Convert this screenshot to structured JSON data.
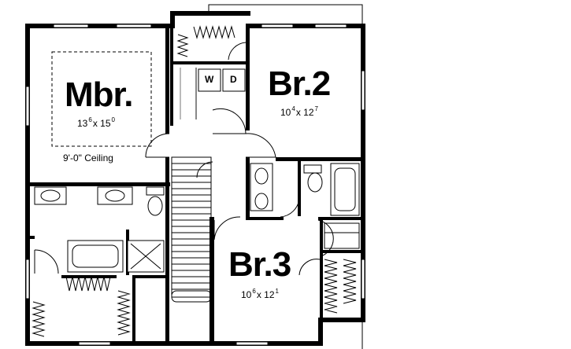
{
  "rooms": {
    "master": {
      "name": "Mbr.",
      "width_ft": "13",
      "width_in": "6",
      "length_ft": "15",
      "length_in": "0",
      "ceiling": "9'-0\" Ceiling"
    },
    "br2": {
      "name": "Br.2",
      "width_ft": "10",
      "width_in": "4",
      "length_ft": "12",
      "length_in": "7"
    },
    "br3": {
      "name": "Br.3",
      "width_ft": "10",
      "width_in": "6",
      "length_ft": "12",
      "length_in": "1"
    }
  },
  "laundry": {
    "washer": "W",
    "dryer": "D"
  },
  "dimension_separator": "x",
  "colors": {
    "wall": "#000000",
    "wall_light": "#bdbdbd",
    "background": "#ffffff"
  }
}
